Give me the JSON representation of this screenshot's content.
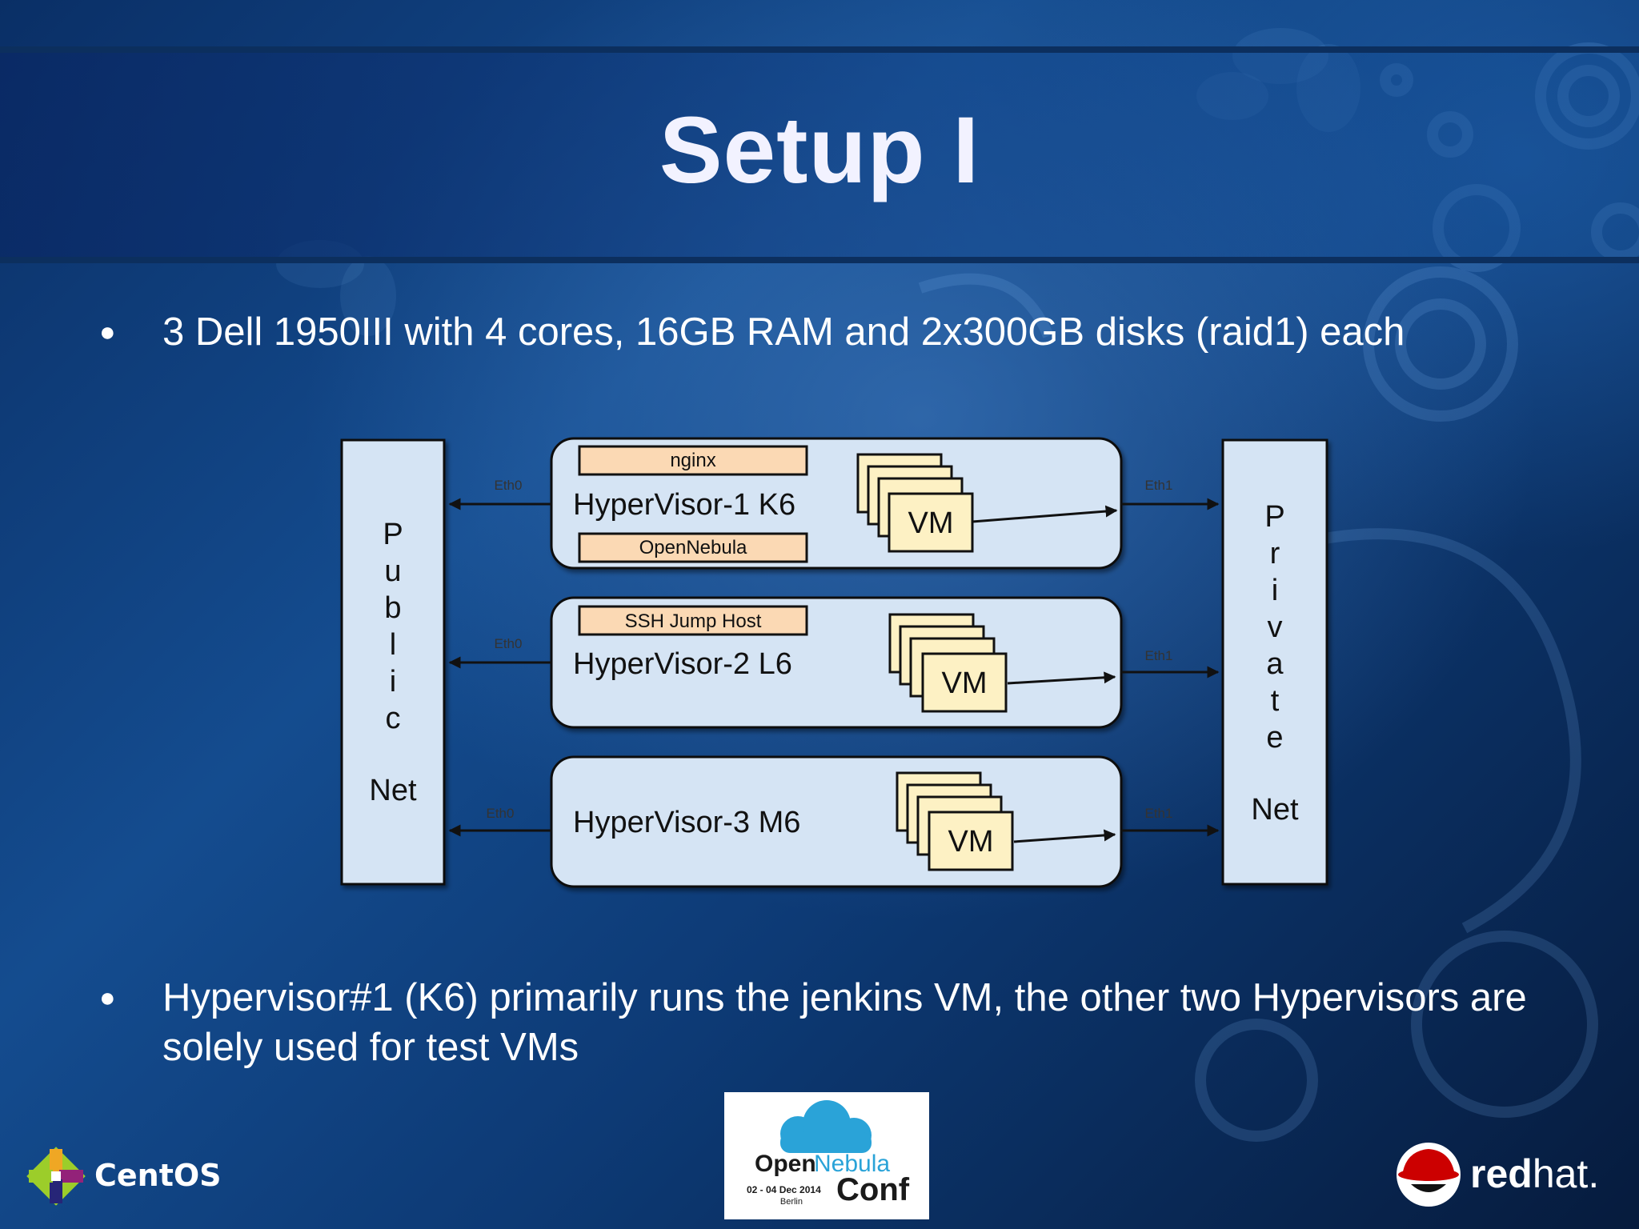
{
  "slide": {
    "title": "Setup I",
    "bullet_1": "3 Dell 1950III with 4 cores, 16GB RAM and 2x300GB disks (raid1) each",
    "bullet_2": "Hypervisor#1 (K6) primarily runs the jenkins VM, the other two Hypervisors are solely used for test VMs",
    "bullet_symbol": "●"
  },
  "diagram": {
    "public_net": {
      "letters": [
        "P",
        "u",
        "b",
        "l",
        "i",
        "c"
      ],
      "net_label": "Net"
    },
    "private_net": {
      "letters": [
        "P",
        "r",
        "i",
        "v",
        "a",
        "t",
        "e"
      ],
      "net_label": "Net"
    },
    "hypervisors": [
      {
        "name": "HyperVisor-1 K6",
        "services": [
          "nginx",
          "OpenNebula"
        ],
        "vm_label": "VM",
        "eth_left": "Eth0",
        "eth_right": "Eth1"
      },
      {
        "name": "HyperVisor-2 L6",
        "services": [
          "SSH Jump Host"
        ],
        "vm_label": "VM",
        "eth_left": "Eth0",
        "eth_right": "Eth1"
      },
      {
        "name": "HyperVisor-3 M6",
        "services": [],
        "vm_label": "VM",
        "eth_left": "Eth0",
        "eth_right": "Eth1"
      }
    ]
  },
  "logos": {
    "centos": "CentOS",
    "redhat_bold": "red",
    "redhat_light": "hat.",
    "conf_open": "Open",
    "conf_nebula": "Nebula",
    "conf_conf": "Conf",
    "conf_dates": "02 - 04 Dec 2014",
    "conf_city": "Berlin"
  },
  "colors": {
    "box_fill": "#d5e4f4",
    "service_fill": "#fbd9b4",
    "vm_fill": "#fdf1c4",
    "title_text": "#f2f2ff",
    "opennebula_blue": "#2aa3d8",
    "redhat_red": "#cc0000"
  }
}
